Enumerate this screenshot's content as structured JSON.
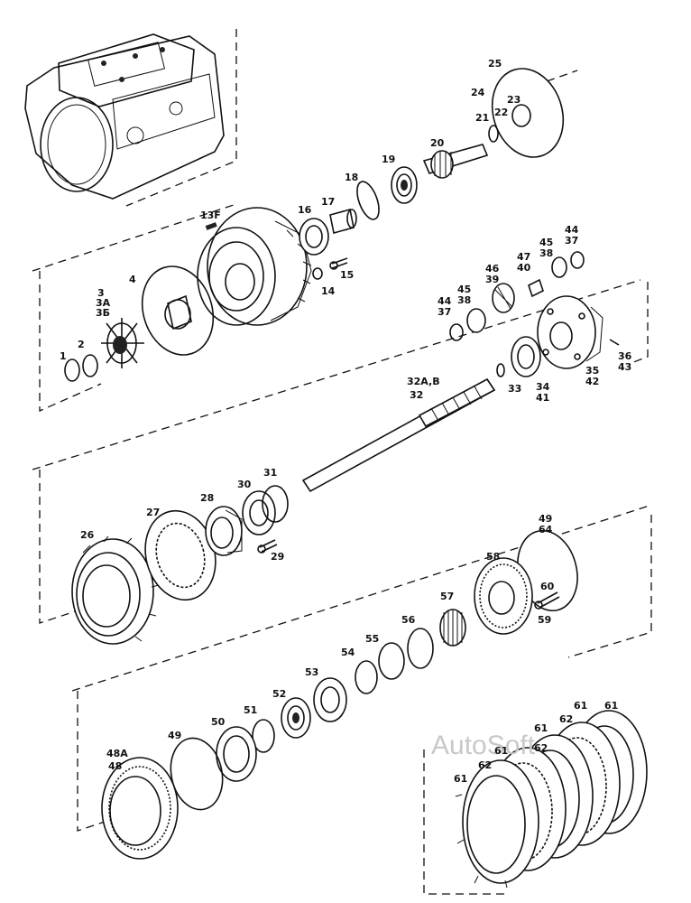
{
  "watermark": "AutoSoft",
  "labels": {
    "l1": "1",
    "l2": "2",
    "l3": "3",
    "l3a": "3A",
    "l3b": "3Б",
    "l4": "4",
    "l13f": "13F",
    "l14": "14",
    "l15": "15",
    "l16": "16",
    "l17": "17",
    "l18": "18",
    "l19": "19",
    "l20": "20",
    "l21": "21",
    "l22": "22",
    "l23": "23",
    "l24": "24",
    "l25": "25",
    "l26": "26",
    "l27": "27",
    "l28": "28",
    "l29": "29",
    "l30": "30",
    "l31": "31",
    "l32ab": "32A,B",
    "l32": "32",
    "l33": "33",
    "l34": "34",
    "l41": "41",
    "l35": "35",
    "l42": "42",
    "l36": "36",
    "l43": "43",
    "l37a": "37",
    "l44a": "44",
    "l38a": "38",
    "l45a": "45",
    "l39": "39",
    "l46": "46",
    "l40": "40",
    "l47": "47",
    "l38b": "38",
    "l45b": "45",
    "l37b": "37",
    "l44b": "44",
    "l48a": "48A",
    "l48": "48",
    "l49a": "49",
    "l50": "50",
    "l51": "51",
    "l52": "52",
    "l53": "53",
    "l54": "54",
    "l55": "55",
    "l56": "56",
    "l57": "57",
    "l58": "58",
    "l59": "59",
    "l60": "60",
    "l49b": "49",
    "l64": "64",
    "l61a": "61",
    "l62a": "62",
    "l61b": "61",
    "l61c": "61",
    "l62b": "62",
    "l61d": "61",
    "l62c": "62",
    "l61e": "61"
  }
}
